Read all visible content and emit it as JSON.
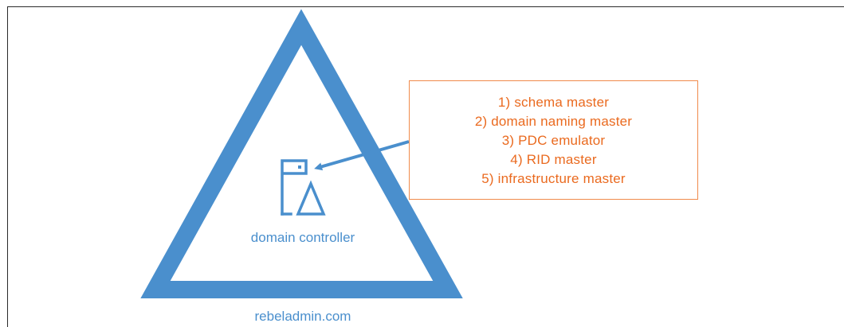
{
  "diagram": {
    "domain_label": "rebeladmin.com",
    "dc_label": "domain controller",
    "fsmo_roles": [
      "1) schema master",
      "2) domain naming master",
      "3) PDC emulator",
      "4) RID master",
      "5) infrastructure master"
    ],
    "colors": {
      "domain_blue": "#4a8fcd",
      "role_orange": "#ea6a1f",
      "role_border": "#f08a4b",
      "frame": "#2a2a2a"
    },
    "icons": [
      "server-icon",
      "arrow-icon"
    ]
  }
}
